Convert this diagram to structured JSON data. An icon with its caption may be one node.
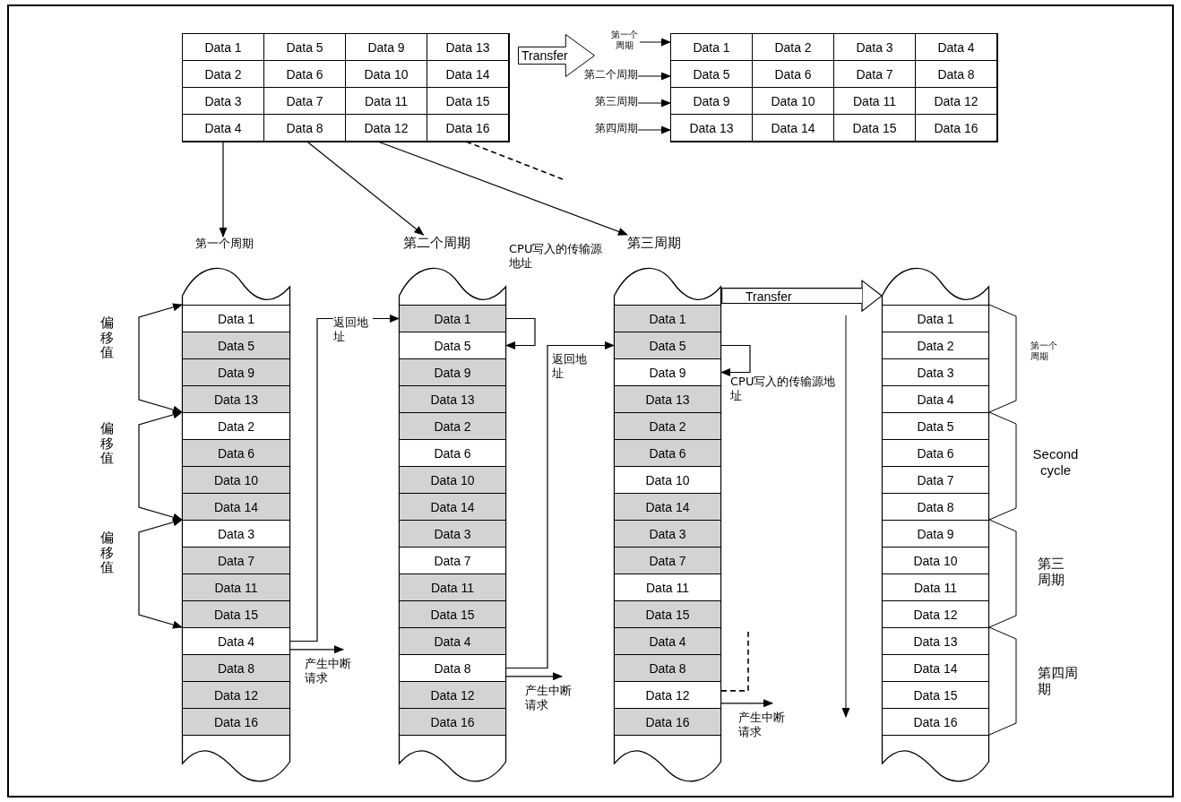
{
  "diagram": {
    "nodes": [
      {
        "text": [],
        "shape": "box"
      },
      {
        "text": [
          "Data 1"
        ],
        "in": 0
      },
      {
        "text": [
          "Data 5"
        ],
        "in": 0
      },
      {
        "text": [
          "Data 9"
        ],
        "in": 0
      },
      {
        "text": [
          "Data 13"
        ],
        "in": 0
      },
      {
        "text": [
          "Data 2"
        ],
        "in": 0
      },
      {
        "text": [
          "Data 6"
        ],
        "in": 0
      },
      {
        "text": [
          "Data 10"
        ],
        "in": 0
      },
      {
        "text": [
          "Data 14"
        ],
        "in": 0
      },
      {
        "text": [
          "Data 3"
        ],
        "in": 0
      },
      {
        "text": [
          "Data 7"
        ],
        "in": 0
      },
      {
        "text": [
          "Data 11"
        ],
        "in": 0
      },
      {
        "text": [
          "Data 15"
        ],
        "in": 0
      },
      {
        "text": [
          "Data 4"
        ],
        "in": 0
      },
      {
        "text": [
          "Data 8"
        ],
        "in": 0
      },
      {
        "text": [
          "Data 12"
        ],
        "in": 0
      },
      {
        "text": [
          "Data 16"
        ],
        "in": 0
      },
      {
        "text": [
          "Transfer"
        ]
      },
      {
        "text": [
          "第一个周期"
        ]
      },
      {
        "text": [
          "第二个周期"
        ]
      },
      {
        "text": [
          "第三周期"
        ]
      },
      {
        "text": [
          "第四周期"
        ]
      },
      {
        "text": [],
        "shape": "box"
      },
      {
        "text": [
          "Data 1"
        ],
        "in": 22
      },
      {
        "text": [
          "Data 2"
        ],
        "in": 22
      },
      {
        "text": [
          "Data 3"
        ],
        "in": 22
      },
      {
        "text": [
          "Data 4"
        ],
        "in": 22
      },
      {
        "text": [
          "Data 5"
        ],
        "in": 22
      },
      {
        "text": [
          "Data 6"
        ],
        "in": 22
      },
      {
        "text": [
          "Data 7"
        ],
        "in": 22
      },
      {
        "text": [
          "Data 8"
        ],
        "in": 22
      },
      {
        "text": [
          "Data 9"
        ],
        "in": 22
      },
      {
        "text": [
          "Data 10"
        ],
        "in": 22
      },
      {
        "text": [
          "Data 11"
        ],
        "in": 22
      },
      {
        "text": [
          "Data 12"
        ],
        "in": 22
      },
      {
        "text": [
          "Data 13"
        ],
        "in": 22
      },
      {
        "text": [
          "Data 14"
        ],
        "in": 22
      },
      {
        "text": [
          "Data 15"
        ],
        "in": 22
      },
      {
        "text": [
          "Data 16"
        ],
        "in": 22
      },
      {
        "text": [
          "第一个周期"
        ]
      },
      {
        "text": [
          "第二个周期"
        ]
      },
      {
        "text": [
          "第三周期"
        ]
      },
      {
        "text": [],
        "shape": "tape"
      },
      {
        "text": [
          "Data 1"
        ],
        "in": 42
      },
      {
        "text": [
          "Data 5"
        ],
        "in": 42
      },
      {
        "text": [
          "Data 9"
        ],
        "in": 42
      },
      {
        "text": [
          "Data 13"
        ],
        "in": 42
      },
      {
        "text": [
          "Data 2"
        ],
        "in": 42
      },
      {
        "text": [
          "Data 6"
        ],
        "in": 42
      },
      {
        "text": [
          "Data 10"
        ],
        "in": 42
      },
      {
        "text": [
          "Data 14"
        ],
        "in": 42
      },
      {
        "text": [
          "Data 3"
        ],
        "in": 42
      },
      {
        "text": [
          "Data 7"
        ],
        "in": 42
      },
      {
        "text": [
          "Data 11"
        ],
        "in": 42
      },
      {
        "text": [
          "Data 15"
        ],
        "in": 42
      },
      {
        "text": [
          "Data 4"
        ],
        "in": 42
      },
      {
        "text": [
          "Data 8"
        ],
        "in": 42
      },
      {
        "text": [
          "Data 12"
        ],
        "in": 42
      },
      {
        "text": [
          "Data 16"
        ],
        "in": 42
      },
      {
        "text": [],
        "shape": "tape"
      },
      {
        "text": [
          "Data 1"
        ],
        "in": 59
      },
      {
        "text": [
          "Data 5"
        ],
        "in": 59
      },
      {
        "text": [
          "Data 9"
        ],
        "in": 59
      },
      {
        "text": [
          "Data 13"
        ],
        "in": 59
      },
      {
        "text": [
          "Data 2"
        ],
        "in": 59
      },
      {
        "text": [
          "Data 6"
        ],
        "in": 59
      },
      {
        "text": [
          "Data 10"
        ],
        "in": 59
      },
      {
        "text": [
          "Data 14"
        ],
        "in": 59
      },
      {
        "text": [
          "Data 3"
        ],
        "in": 59
      },
      {
        "text": [
          "Data 7"
        ],
        "in": 59
      },
      {
        "text": [
          "Data 11"
        ],
        "in": 59
      },
      {
        "text": [
          "Data 15"
        ],
        "in": 59
      },
      {
        "text": [
          "Data 4"
        ],
        "in": 59
      },
      {
        "text": [
          "Data 8"
        ],
        "in": 59
      },
      {
        "text": [
          "Data 12"
        ],
        "in": 59
      },
      {
        "text": [
          "Data 16"
        ],
        "in": 59
      },
      {
        "text": [],
        "shape": "tape"
      },
      {
        "text": [
          "Data 1"
        ],
        "in": 76
      },
      {
        "text": [
          "Data 5"
        ],
        "in": 76
      },
      {
        "text": [
          "Data 9"
        ],
        "in": 76
      },
      {
        "text": [
          "Data 13"
        ],
        "in": 76
      },
      {
        "text": [
          "Data 2"
        ],
        "in": 76
      },
      {
        "text": [
          "Data 6"
        ],
        "in": 76
      },
      {
        "text": [
          "Data 10"
        ],
        "in": 76
      },
      {
        "text": [
          "Data 14"
        ],
        "in": 76
      },
      {
        "text": [
          "Data 3"
        ],
        "in": 76
      },
      {
        "text": [
          "Data 7"
        ],
        "in": 76
      },
      {
        "text": [
          "Data 11"
        ],
        "in": 76
      },
      {
        "text": [
          "Data 15"
        ],
        "in": 76
      },
      {
        "text": [
          "Data 4"
        ],
        "in": 76
      },
      {
        "text": [
          "Data 8"
        ],
        "in": 76
      },
      {
        "text": [
          "Data 12"
        ],
        "in": 76
      },
      {
        "text": [
          "Data 16"
        ],
        "in": 76
      },
      {
        "text": [],
        "shape": "tape"
      },
      {
        "text": [
          "Data 1"
        ],
        "in": 93
      },
      {
        "text": [
          "Data 2"
        ],
        "in": 93
      },
      {
        "text": [
          "Data 3"
        ],
        "in": 93
      },
      {
        "text": [
          "Data 4"
        ],
        "in": 93
      },
      {
        "text": [
          "Data 5"
        ],
        "in": 93
      },
      {
        "text": [
          "Data 6"
        ],
        "in": 93
      },
      {
        "text": [
          "Data 7"
        ],
        "in": 93
      },
      {
        "text": [
          "Data 8"
        ],
        "in": 93
      },
      {
        "text": [
          "Data 9"
        ],
        "in": 93
      },
      {
        "text": [
          "Data 10"
        ],
        "in": 93
      },
      {
        "text": [
          "Data 11"
        ],
        "in": 93
      },
      {
        "text": [
          "Data 12"
        ],
        "in": 93
      },
      {
        "text": [
          "Data 13"
        ],
        "in": 93
      },
      {
        "text": [
          "Data 14"
        ],
        "in": 93
      },
      {
        "text": [
          "Data 15"
        ],
        "in": 93
      },
      {
        "text": [
          "Data 16"
        ],
        "in": 93
      }
    ],
    "edges": [
      {
        "from": 13,
        "to": 39,
        "arrow": "to"
      },
      {
        "from": 14,
        "to": 40,
        "arrow": "to"
      },
      {
        "from": 15,
        "to": 41,
        "arrow": "to"
      },
      {
        "from": 16,
        "to": null,
        "arrow": "none",
        "style": "dashed"
      },
      {
        "from": 18,
        "to": 23,
        "arrow": "to"
      },
      {
        "from": 19,
        "to": 27,
        "arrow": "to"
      },
      {
        "from": 20,
        "to": 31,
        "arrow": "to"
      },
      {
        "from": 21,
        "to": 35,
        "arrow": "to"
      },
      {
        "from": 55,
        "to": 60,
        "arrow": "to",
        "label": "返回地址"
      },
      {
        "from": 55,
        "to": null,
        "arrow": "to",
        "label": "产生中断请求"
      },
      {
        "from": 60,
        "to": 61,
        "arrow": "to"
      },
      {
        "from": 73,
        "to": 78,
        "arrow": "to",
        "label": "返回地址"
      },
      {
        "from": 73,
        "to": null,
        "arrow": "to",
        "label": "产生中断请求"
      },
      {
        "from": 78,
        "to": 79,
        "arrow": "to"
      },
      {
        "from": 91,
        "to": null,
        "arrow": "none",
        "style": "dashed"
      },
      {
        "from": 91,
        "to": null,
        "arrow": "to",
        "label": "产生中断请求"
      },
      {
        "from": 43,
        "to": 47,
        "arrow": "both",
        "label": "偏移值"
      },
      {
        "from": 47,
        "to": 51,
        "arrow": "both",
        "label": "偏移值"
      },
      {
        "from": 51,
        "to": 55,
        "arrow": "both",
        "label": "偏移值"
      },
      {
        "from": 76,
        "to": 93,
        "arrow": "to",
        "label": "Transfer",
        "style": "thick"
      }
    ],
    "labels": [
      "CPU写入的传输源地址",
      "CPU写入的传输源地址",
      "第一个周期",
      "Second cycle",
      "第三周期",
      "第四周期"
    ]
  }
}
